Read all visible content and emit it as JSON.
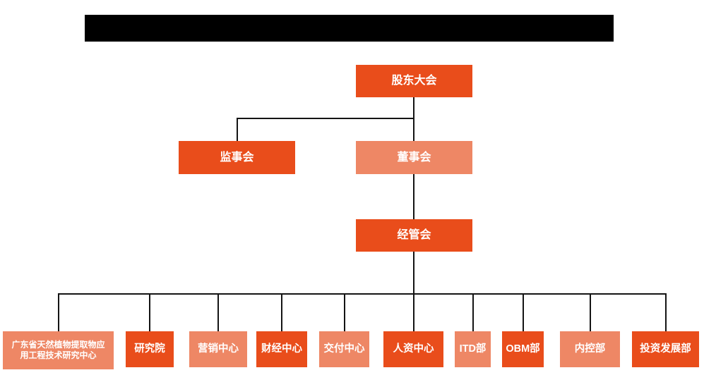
{
  "meta": {
    "description": "company organizational structure chart",
    "title_redacted": true
  },
  "colors": {
    "primary": "#e94d1b",
    "secondary": "#ee8765",
    "line": "#141414",
    "redaction": "#000000",
    "text": "#ffffff",
    "background": "#ffffff"
  },
  "org": {
    "level1": {
      "label": "股东大会",
      "variant": "primary"
    },
    "level2": [
      {
        "label": "监事会",
        "variant": "primary"
      },
      {
        "label": "董事会",
        "variant": "secondary"
      }
    ],
    "level3": {
      "label": "经管会",
      "variant": "primary"
    },
    "level4": [
      {
        "label": "广东省天然植物提取物应用工程技术研究中心",
        "variant": "secondary"
      },
      {
        "label": "研究院",
        "variant": "primary"
      },
      {
        "label": "营销中心",
        "variant": "secondary"
      },
      {
        "label": "财经中心",
        "variant": "primary"
      },
      {
        "label": "交付中心",
        "variant": "secondary"
      },
      {
        "label": "人资中心",
        "variant": "primary"
      },
      {
        "label": "ITD部",
        "variant": "secondary"
      },
      {
        "label": "OBM部",
        "variant": "primary"
      },
      {
        "label": "内控部",
        "variant": "secondary"
      },
      {
        "label": "投资发展部",
        "variant": "primary"
      }
    ]
  }
}
